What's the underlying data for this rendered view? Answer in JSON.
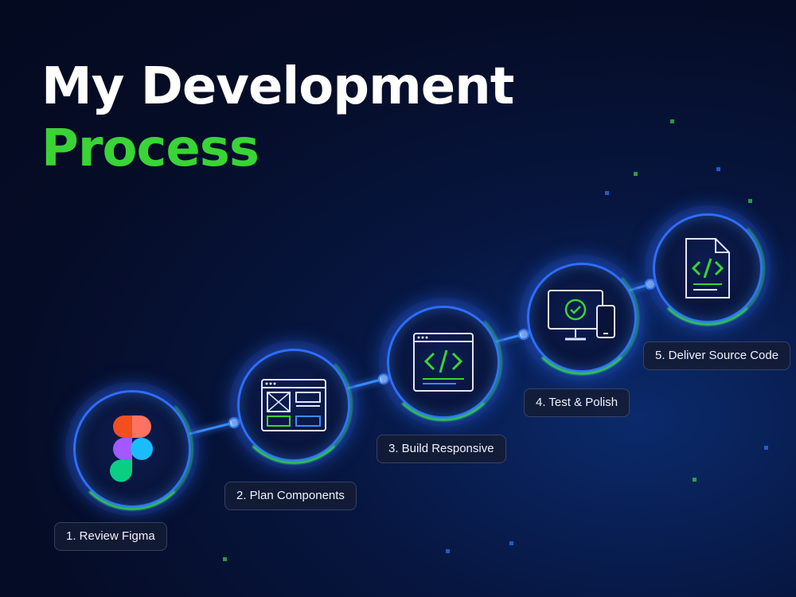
{
  "title": {
    "line1": "My Development",
    "line2": "Process"
  },
  "steps": [
    {
      "label": "1. Review Figma",
      "icon": "figma-icon"
    },
    {
      "label": "2. Plan Components",
      "icon": "wireframe-layout-icon"
    },
    {
      "label": "3. Build Responsive",
      "icon": "code-window-icon"
    },
    {
      "label": "4. Test & Polish",
      "icon": "desktop-mobile-check-icon"
    },
    {
      "label": "5. Deliver Source Code",
      "icon": "code-file-icon"
    }
  ],
  "colors": {
    "accent_green": "#39d435",
    "accent_blue": "#2f6dff",
    "background": "#050c26"
  }
}
